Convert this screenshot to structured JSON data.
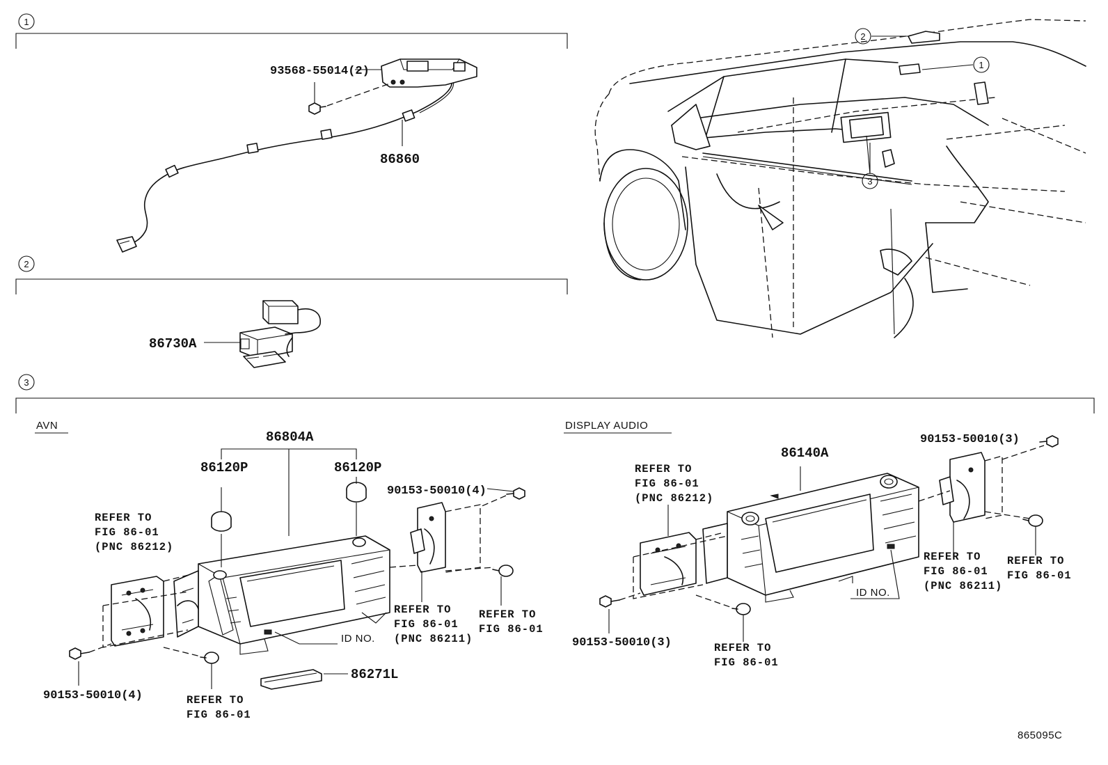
{
  "sections": [
    {
      "num": "1"
    },
    {
      "num": "2"
    },
    {
      "num": "3"
    }
  ],
  "section1": {
    "screw_label": "93568-55014(2)",
    "harness_label": "86860"
  },
  "section2": {
    "part_label": "86730A"
  },
  "overview": {
    "callouts": [
      "2",
      "1",
      "3"
    ]
  },
  "avn": {
    "heading": "AVN",
    "unit_label": "86804A",
    "knob_left_label": "86120P",
    "knob_right_label": "86120P",
    "screw_top_label": "90153-50010(4)",
    "screw_bottom_label": "90153-50010(4)",
    "refer_left": [
      "REFER TO",
      "FIG 86-01",
      "(PNC 86212)"
    ],
    "refer_right_bracket": [
      "REFER TO",
      "FIG 86-01",
      "(PNC 86211)"
    ],
    "refer_clip_right": [
      "REFER TO",
      "FIG 86-01"
    ],
    "refer_clip_bottom": [
      "REFER TO",
      "FIG 86-01"
    ],
    "id_label": "ID NO.",
    "plate_label": "86271L"
  },
  "display_audio": {
    "heading": "DISPLAY AUDIO",
    "unit_label": "86140A",
    "screw_top_label": "90153-50010(3)",
    "screw_bottom_label": "90153-50010(3)",
    "refer_left": [
      "REFER TO",
      "FIG 86-01",
      "(PNC 86212)"
    ],
    "refer_right_bracket": [
      "REFER TO",
      "FIG 86-01",
      "(PNC 86211)"
    ],
    "refer_clip_right": [
      "REFER TO",
      "FIG 86-01"
    ],
    "refer_clip_bottom": [
      "REFER TO",
      "FIG 86-01"
    ],
    "id_label": "ID NO."
  },
  "figure_code": "865095C"
}
